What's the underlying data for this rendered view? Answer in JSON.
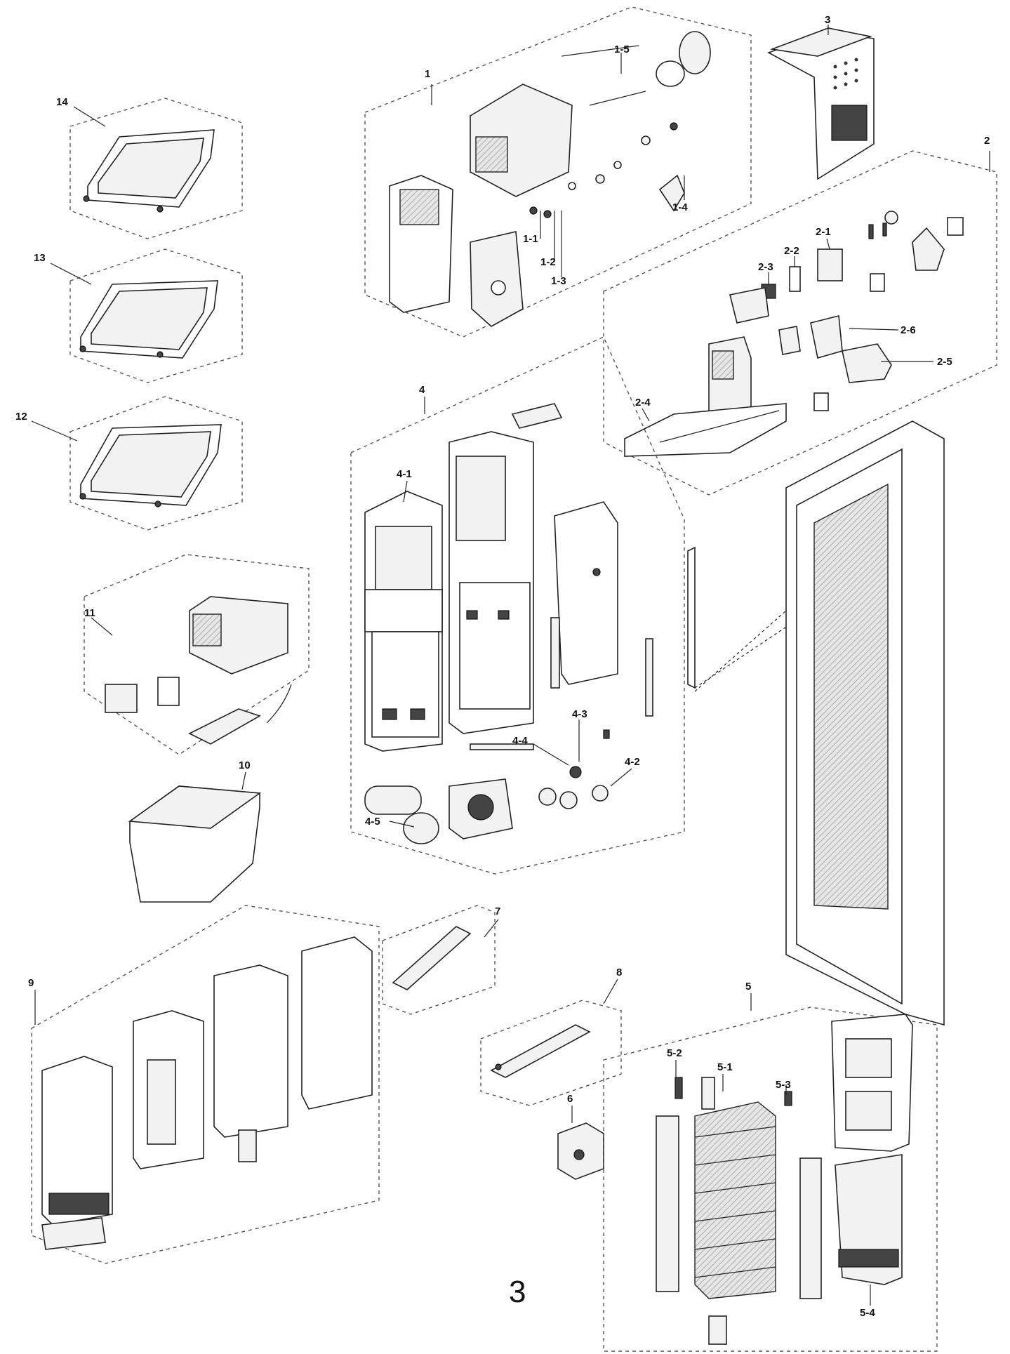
{
  "labels": {
    "g1": "1",
    "g1_5": "1-5",
    "g1_1": "1-1",
    "g1_2": "1-2",
    "g1_3": "1-3",
    "g1_4": "1-4",
    "g2": "2",
    "g2_1": "2-1",
    "g2_2": "2-2",
    "g2_3": "2-3",
    "g2_4": "2-4",
    "g2_5": "2-5",
    "g2_6": "2-6",
    "g3": "3",
    "g4": "4",
    "g4_1": "4-1",
    "g4_2": "4-2",
    "g4_3": "4-3",
    "g4_4": "4-4",
    "g4_5": "4-5",
    "g5": "5",
    "g5_1": "5-1",
    "g5_2": "5-2",
    "g5_3": "5-3",
    "g5_4": "5-4",
    "g6": "6",
    "g7": "7",
    "g8": "8",
    "g9": "9",
    "g10": "10",
    "g11": "11",
    "g12": "12",
    "g13": "13",
    "g14": "14"
  },
  "page_number": "3"
}
